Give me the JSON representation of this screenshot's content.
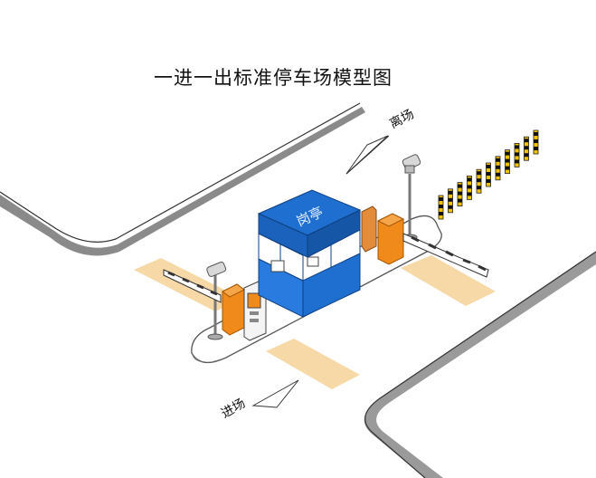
{
  "title": "一进一出标准停车场模型图",
  "labels": {
    "booth": "岗亭",
    "exit": "离场",
    "entry": "进场"
  },
  "colors": {
    "booth_blue": "#1f6fd0",
    "road_shadow": "#8a8a8a",
    "lane_marking": "#f6d9a6",
    "barrier_orange": "#f08a1a",
    "curb_gray": "#8c8c8c"
  },
  "icons": [
    "camera-icon",
    "barrier-gate-icon",
    "ticket-machine-icon",
    "booth-icon",
    "direction-arrow-icon"
  ]
}
